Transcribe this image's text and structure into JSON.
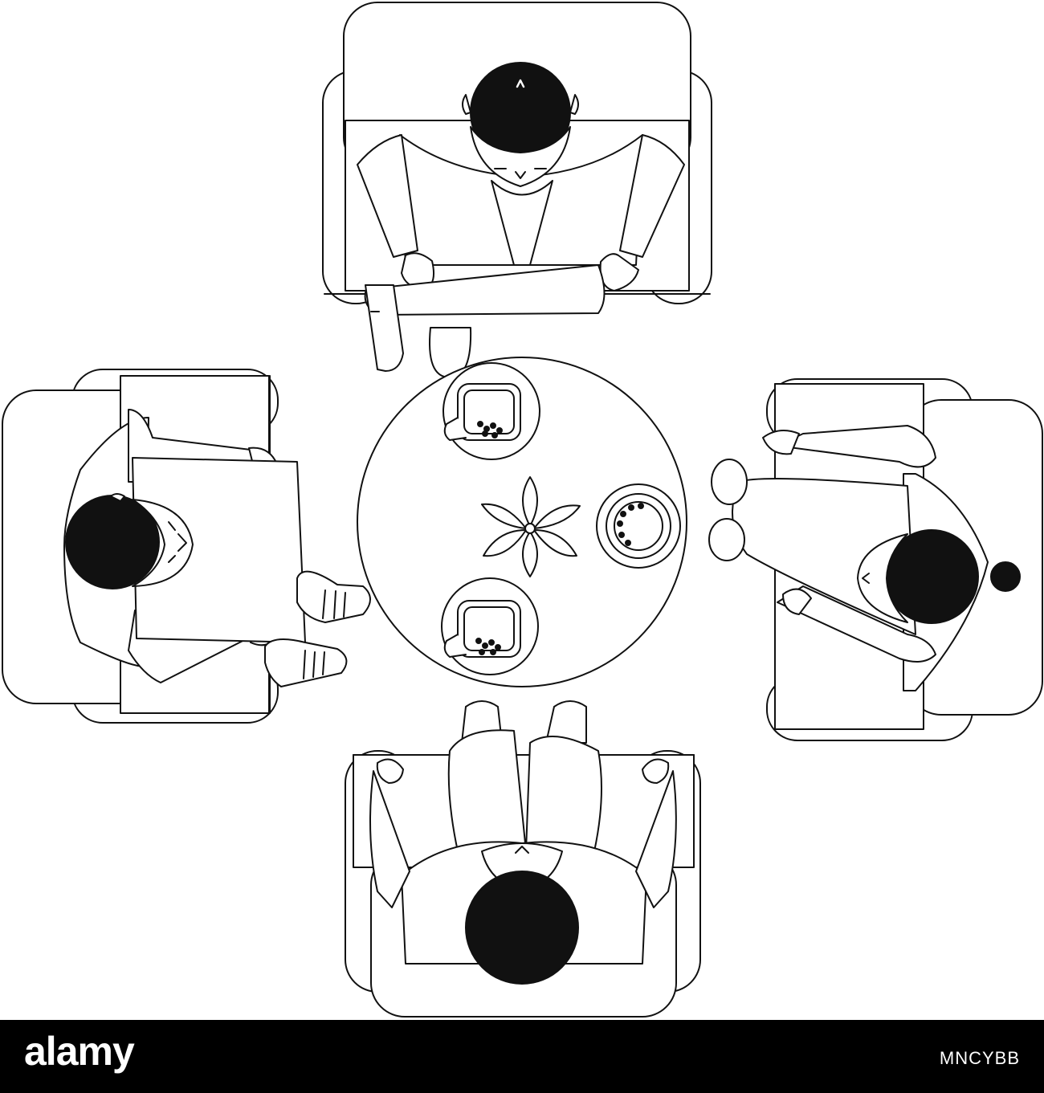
{
  "footer": {
    "logo_text": "alamy",
    "image_id": "MNCYBB",
    "background_color": "#000000",
    "text_color": "#ffffff"
  },
  "illustration": {
    "style": "black line art on white",
    "seats": 4,
    "people": 4,
    "table_items": [
      "coffee-cup",
      "coffee-cup",
      "coffee-cup",
      "flower"
    ]
  }
}
